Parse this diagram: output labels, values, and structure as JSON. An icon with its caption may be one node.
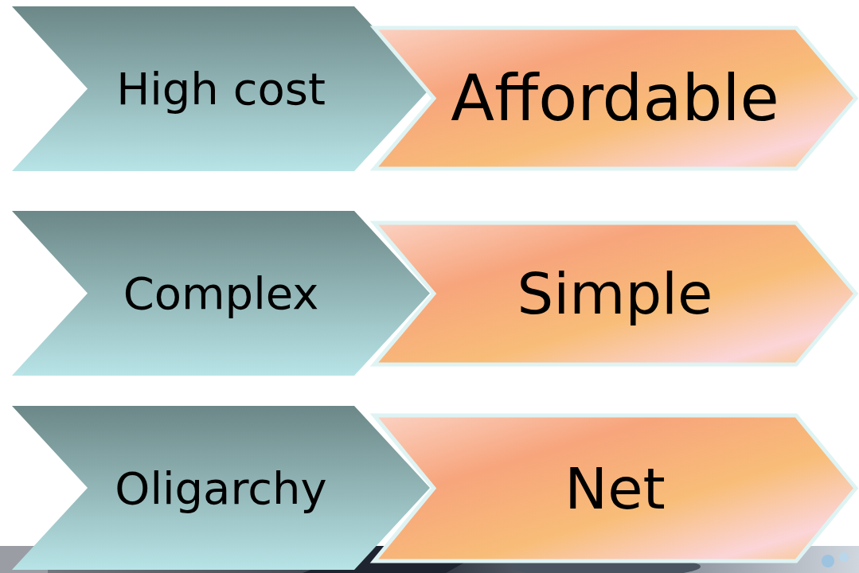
{
  "diagram": {
    "nodes": [
      {
        "text": [
          "High cost"
        ]
      },
      {
        "text": [
          "Affordable"
        ]
      },
      {
        "text": [
          "Complex"
        ]
      },
      {
        "text": [
          "Simple"
        ]
      },
      {
        "text": [
          "Oligarchy"
        ]
      },
      {
        "text": [
          "Net"
        ]
      }
    ]
  }
}
